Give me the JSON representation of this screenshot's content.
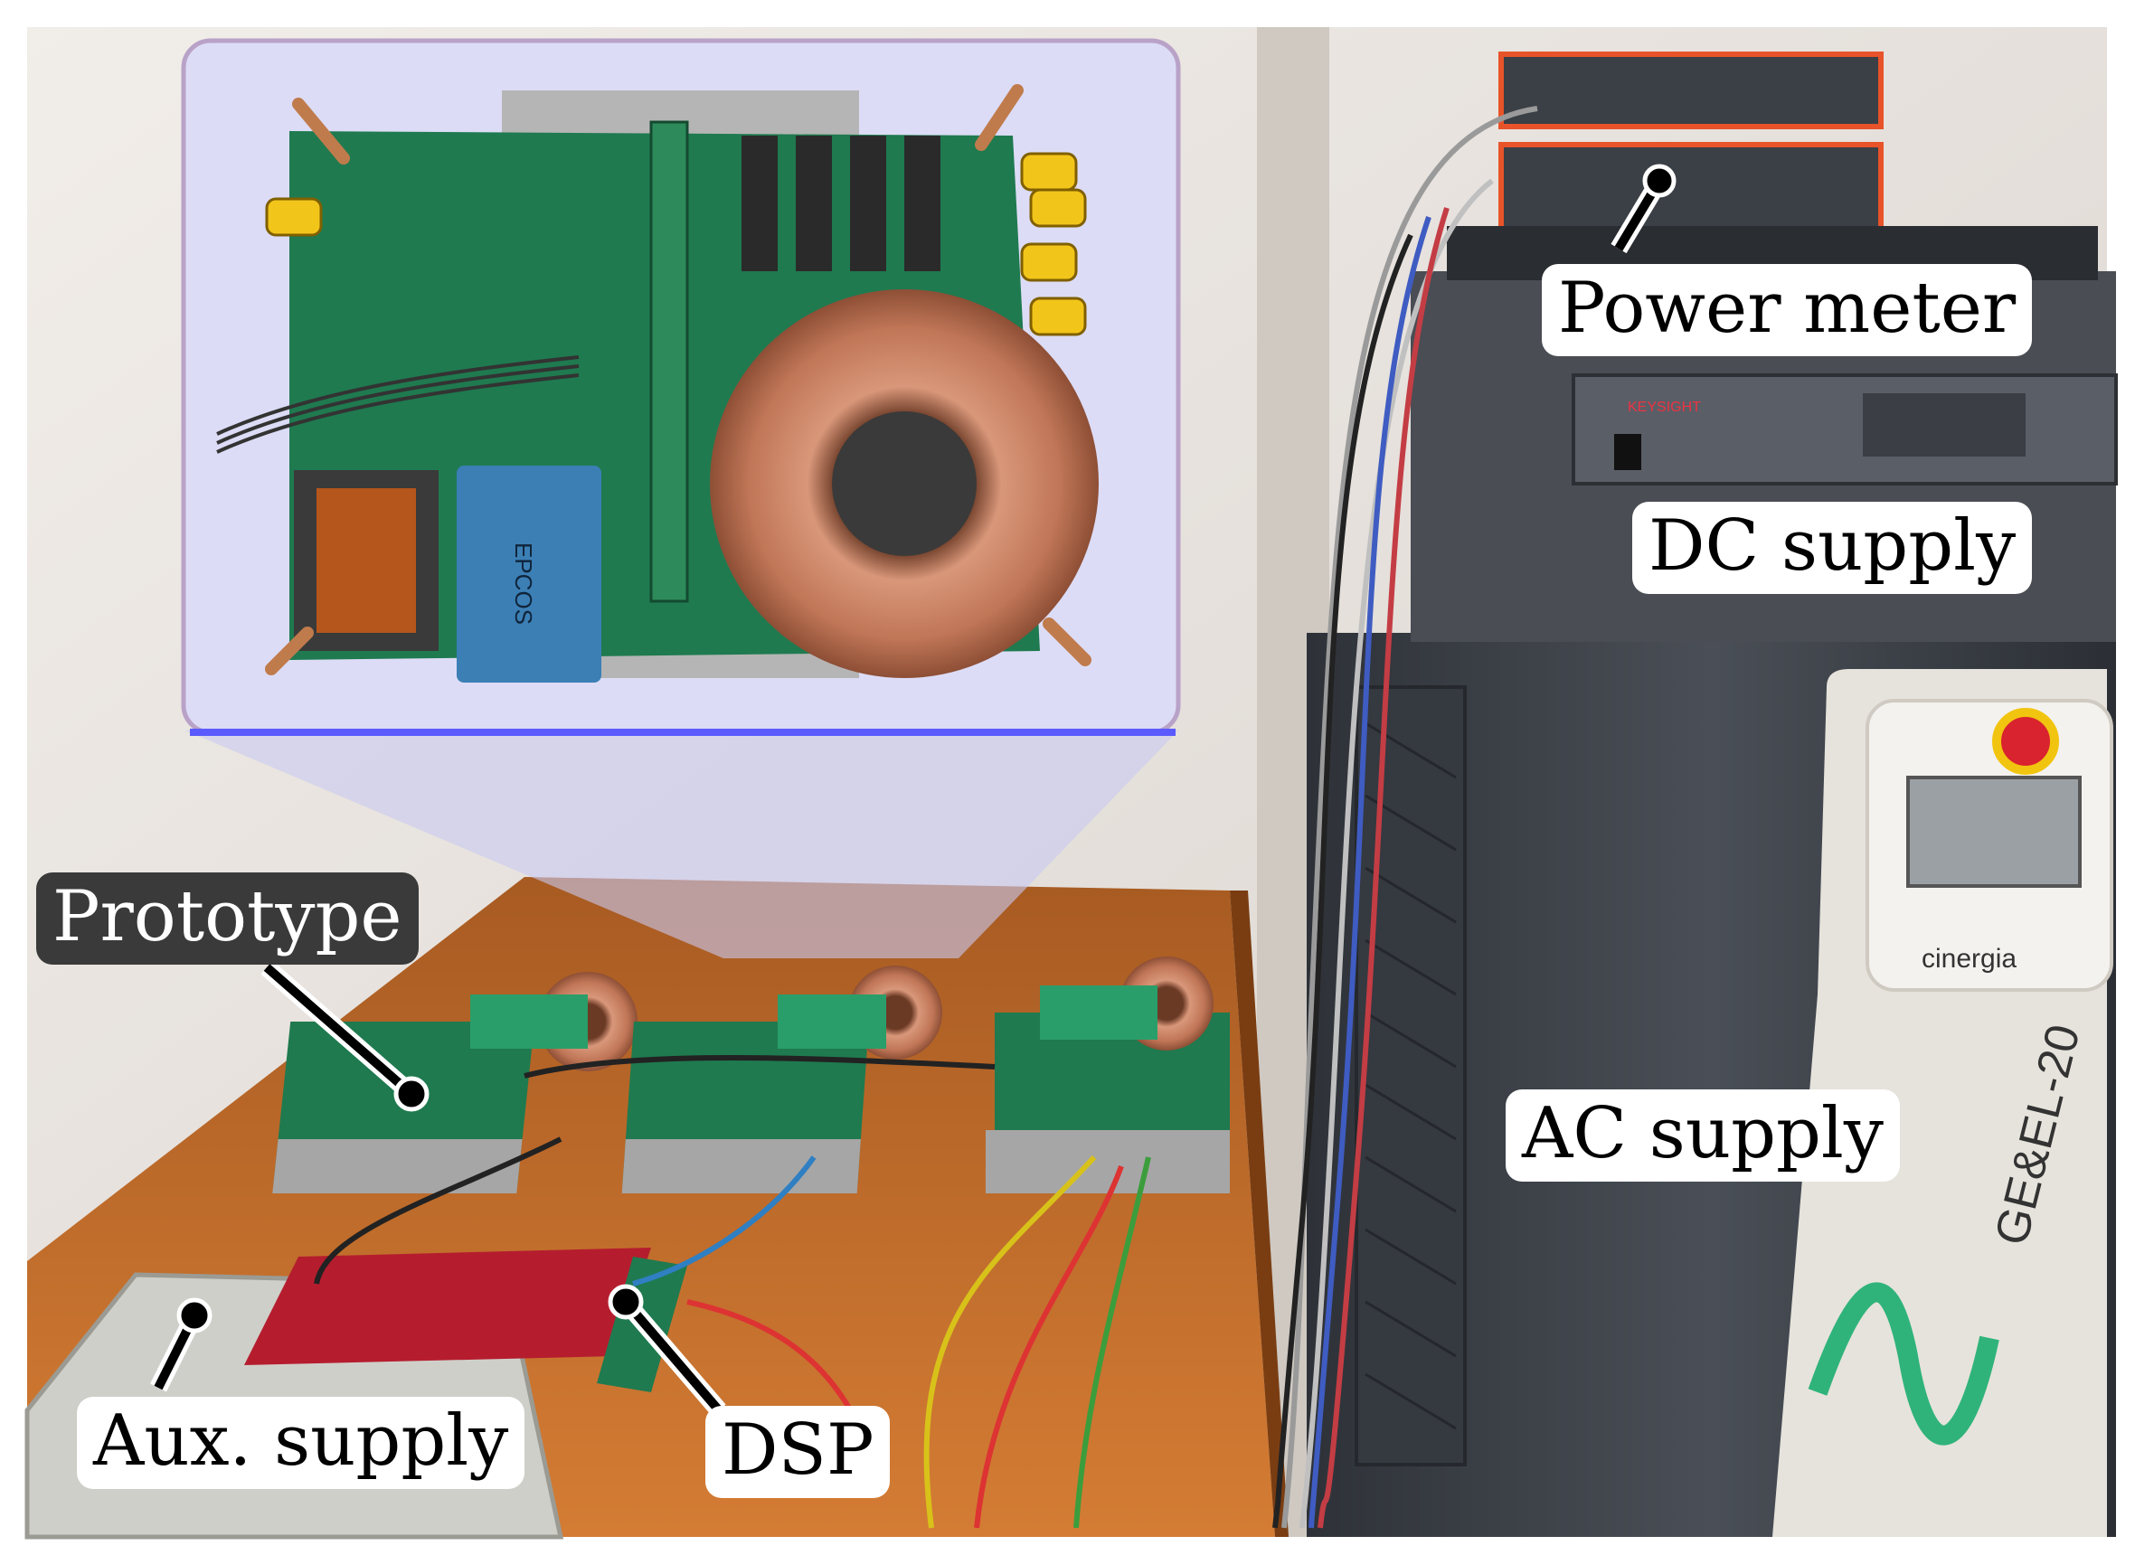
{
  "labels": {
    "power_meter": "Power meter",
    "dc_supply": "DC supply",
    "ac_supply": "AC supply",
    "prototype": "Prototype",
    "aux_supply": "Aux. supply",
    "dsp": "DSP"
  },
  "device_markings": {
    "dc_brand": "KEYSIGHT",
    "ac_brand": "cinergia",
    "ac_model": "GE&EL-20",
    "capacitor_brand": "EPCOS"
  },
  "colors": {
    "inset_background": "#dcdcf6",
    "inset_border": "#b9a2c8",
    "inset_accent_line": "#5a5aff",
    "pcb_green": "#1f7a4f",
    "copper": "#c98460",
    "table_wood": "#c06a23",
    "cabinet_dark": "#3b3f46",
    "dsp_red": "#b51d2e"
  }
}
